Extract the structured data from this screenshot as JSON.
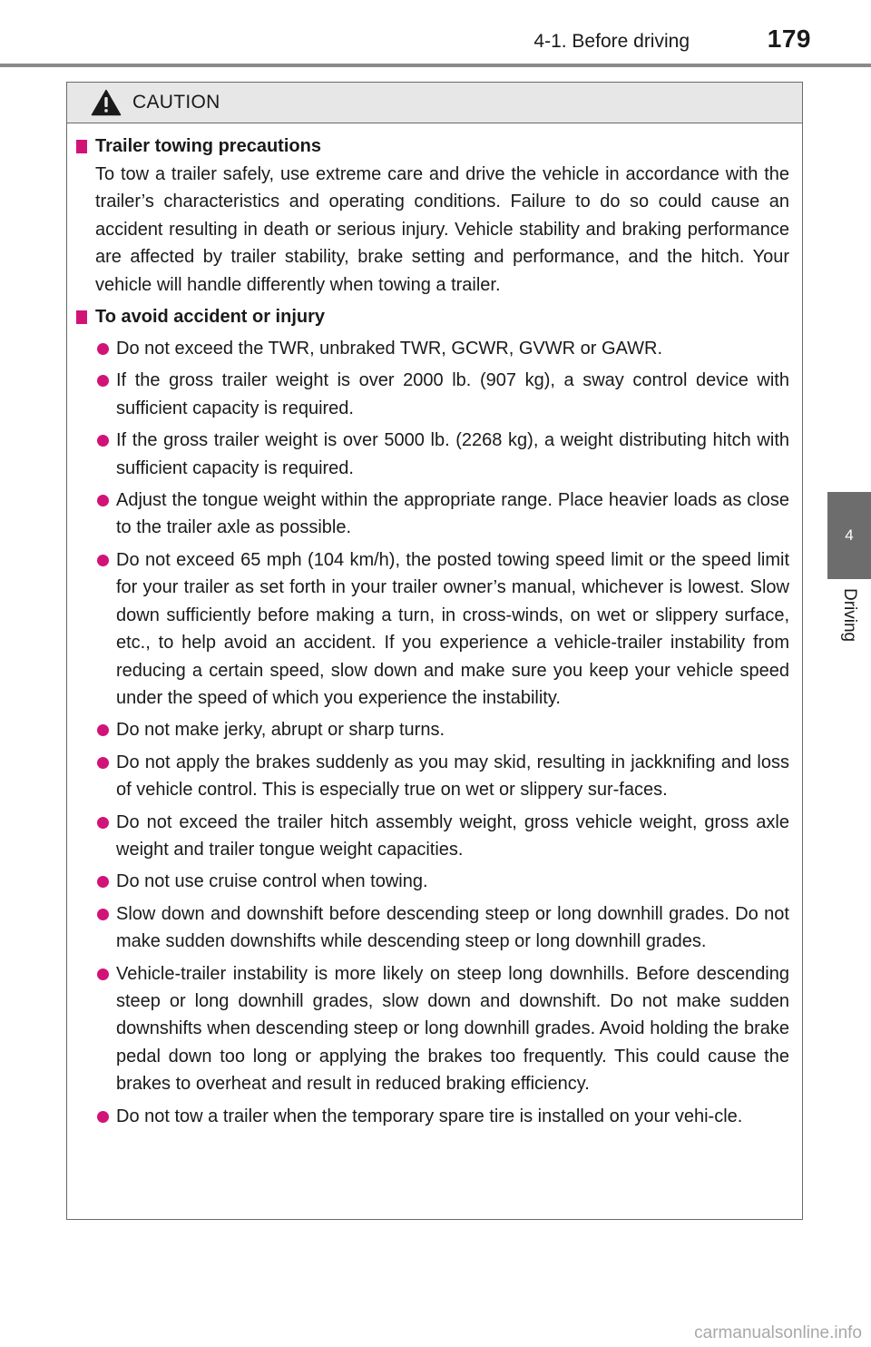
{
  "header": {
    "section": "4-1. Before driving",
    "page_number": "179"
  },
  "side_tab": {
    "chapter_number": "4",
    "chapter_label": "Driving"
  },
  "caution": {
    "title": "CAUTION",
    "icon": "warning-triangle-icon",
    "sections": [
      {
        "heading": "Trailer towing precautions",
        "paragraph": "To tow a trailer safely, use extreme care and drive the vehicle in accordance with the trailer’s characteristics and operating conditions. Failure to do so could cause an accident resulting in death or serious injury. Vehicle stability and braking performance are affected by trailer stability, brake setting and performance, and the hitch. Your vehicle will handle differently when towing a trailer."
      },
      {
        "heading": "To avoid accident or injury",
        "bullets": [
          "Do not exceed the TWR, unbraked TWR, GCWR, GVWR or GAWR.",
          "If the gross trailer weight is over 2000 lb. (907 kg), a sway control device with sufficient capacity is required.",
          "If the gross trailer weight is over 5000 lb. (2268 kg), a weight distributing hitch with sufficient capacity is required.",
          "Adjust the tongue weight within the appropriate range. Place heavier loads as close to the trailer axle as possible.",
          "Do not exceed 65 mph (104 km/h), the posted towing speed limit or the speed limit for your trailer as set forth in your trailer owner’s manual, whichever is lowest. Slow down sufficiently before making a turn, in cross-winds, on wet or slippery surface, etc., to help avoid an accident. If you experience a vehicle-trailer instability from reducing a certain speed, slow down and make sure you keep your vehicle speed under the speed of which you experience the instability.",
          "Do not make jerky, abrupt or sharp turns.",
          "Do not apply the brakes suddenly as you may skid, resulting in jackknifing and loss of vehicle control. This is especially true on wet or slippery sur-faces.",
          "Do not exceed the trailer hitch assembly weight, gross vehicle weight, gross axle weight and trailer tongue weight capacities.",
          "Do not use cruise control when towing.",
          "Slow down and downshift before descending steep or long downhill grades. Do not make sudden downshifts while descending steep or long downhill grades.",
          "Vehicle-trailer instability is more likely on steep long downhills. Before descending steep or long downhill grades, slow down and downshift. Do not make sudden downshifts when descending steep or long downhill grades. Avoid holding the brake pedal down too long or applying the brakes too frequently. This could cause the brakes to overheat and result in reduced braking efficiency.",
          "Do not tow a trailer when the temporary spare tire is installed on your vehi-cle."
        ]
      }
    ]
  },
  "watermark": "carmanualsonline.info",
  "colors": {
    "accent": "#d11378",
    "tab": "#6d6d6d",
    "caution_header_bg": "#e7e7e7"
  }
}
